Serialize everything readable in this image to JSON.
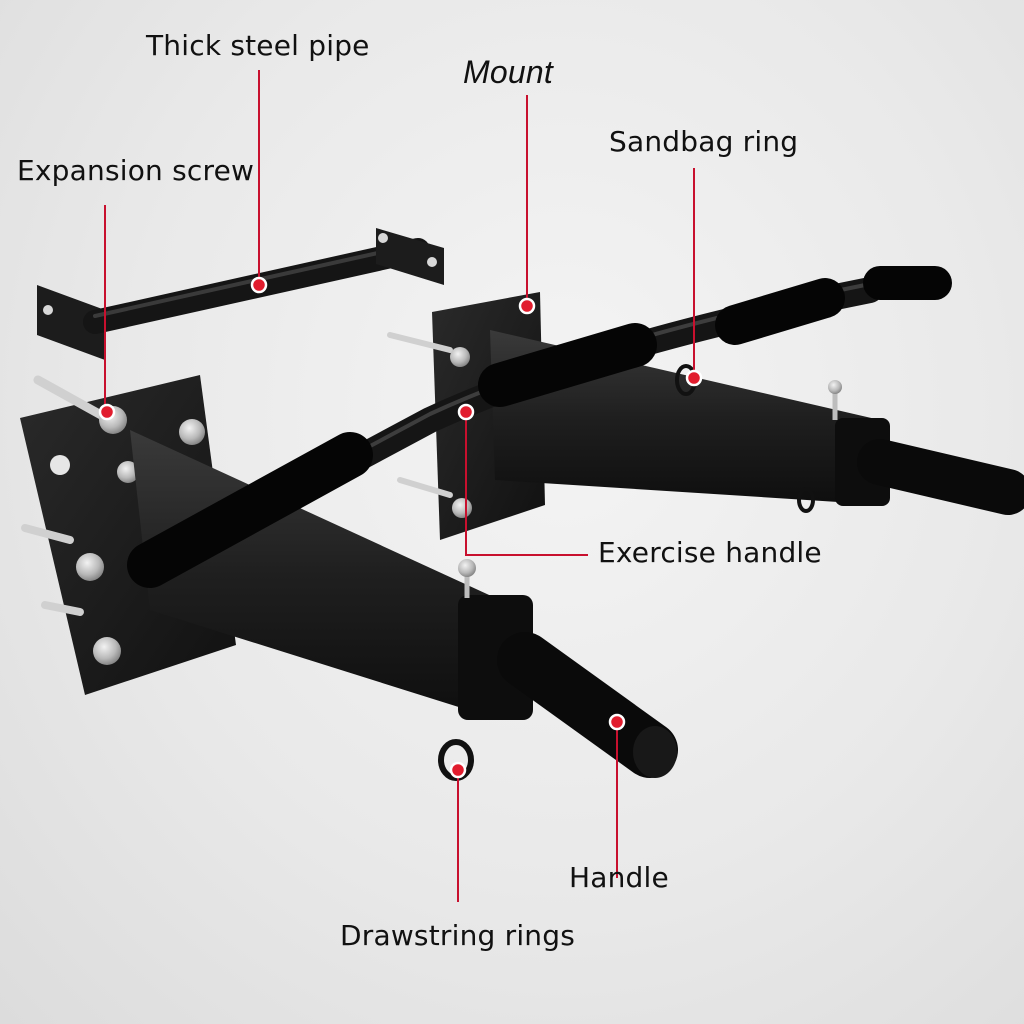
{
  "labels": {
    "thick_steel_pipe": "Thick steel pipe",
    "mount": "Mount",
    "sandbag_ring": "Sandbag ring",
    "expansion_screw": "Expansion screw",
    "exercise_handle": "Exercise handle",
    "handle": "Handle",
    "drawstring_rings": "Drawstring rings"
  },
  "colors": {
    "callout": "#c8102e",
    "steel": "#1b1b1b",
    "foam": "#0c0c0c",
    "bolt": "#cfcfcf",
    "label_text": "#111111"
  }
}
